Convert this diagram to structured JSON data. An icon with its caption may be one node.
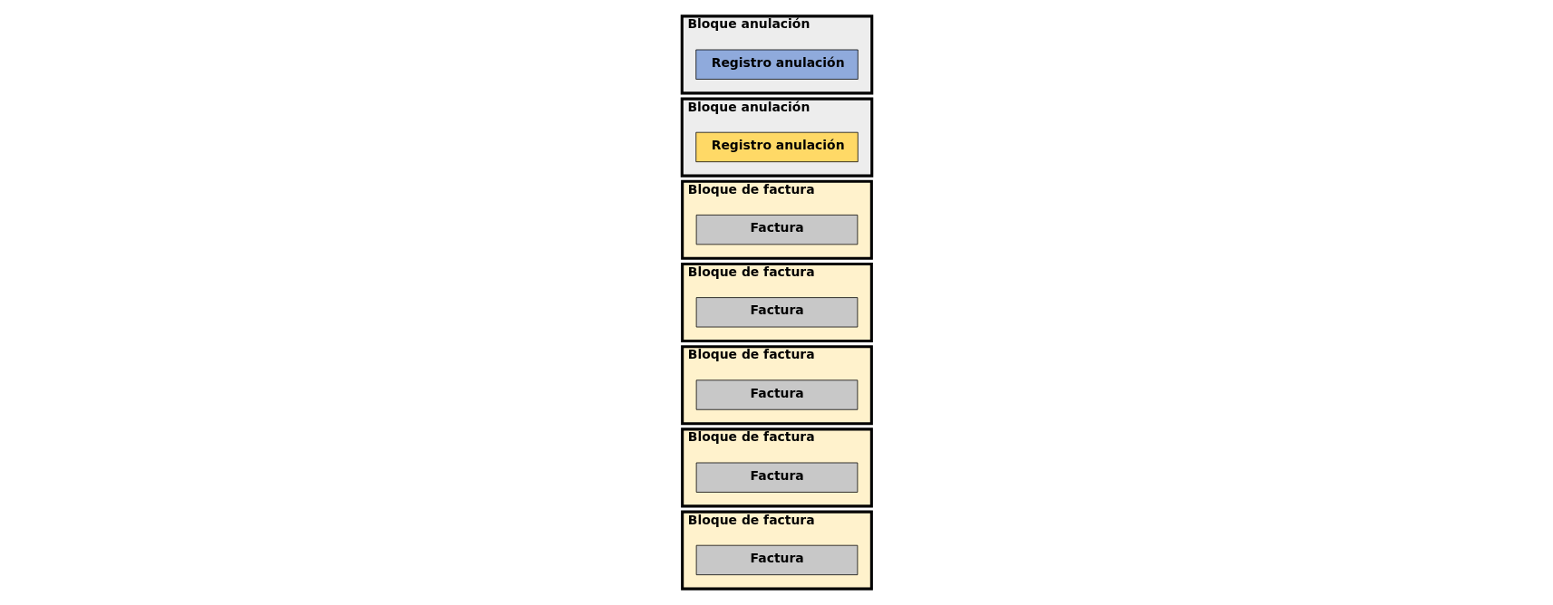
{
  "diagram": {
    "nodes": [
      {
        "text": [
          "Bloque de factura"
        ]
      },
      {
        "text": [
          "Factura"
        ],
        "in": 0
      },
      {
        "text": [
          "Bloque de factura"
        ]
      },
      {
        "text": [
          "Factura"
        ],
        "in": 2
      },
      {
        "text": [
          "Bloque de factura"
        ]
      },
      {
        "text": [
          "Factura"
        ],
        "in": 4
      },
      {
        "text": [
          "Bloque de factura"
        ]
      },
      {
        "text": [
          "Factura"
        ],
        "in": 6
      },
      {
        "text": [
          "Bloque de factura"
        ]
      },
      {
        "text": [
          "Factura"
        ],
        "in": 8
      },
      {
        "text": [
          "Bloque anulación"
        ]
      },
      {
        "text": [
          "Registro anulación"
        ],
        "in": 10
      },
      {
        "text": [
          "Bloque anulación"
        ]
      },
      {
        "text": [
          "Registro anulación"
        ],
        "in": 12
      }
    ]
  }
}
